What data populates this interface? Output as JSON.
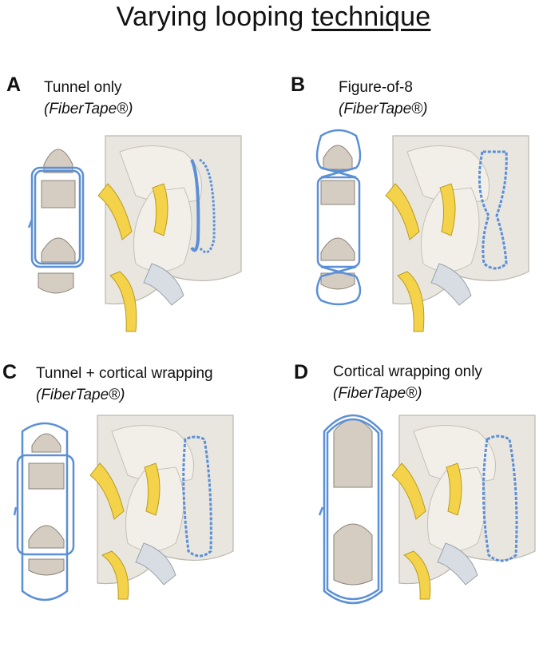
{
  "title": {
    "prefix": "Varying looping ",
    "underlined": "technique"
  },
  "panels": [
    {
      "letter": "A",
      "name": "Tunnel only",
      "material": "(FiberTape®)"
    },
    {
      "letter": "B",
      "name": "Figure-of-8",
      "material": "(FiberTape®)"
    },
    {
      "letter": "C",
      "name": "Tunnel + cortical wrapping",
      "material": "(FiberTape®)"
    },
    {
      "letter": "D",
      "name": "Cortical wrapping only",
      "material": "(FiberTape®)"
    }
  ],
  "colors": {
    "bone": "#e9e6df",
    "bone_shadow": "#cfc9bf",
    "lamina": "#d6cdc2",
    "ligament": "#f4d34a",
    "tape": "#5b8fd6",
    "tape_light": "#cfe0f5"
  }
}
